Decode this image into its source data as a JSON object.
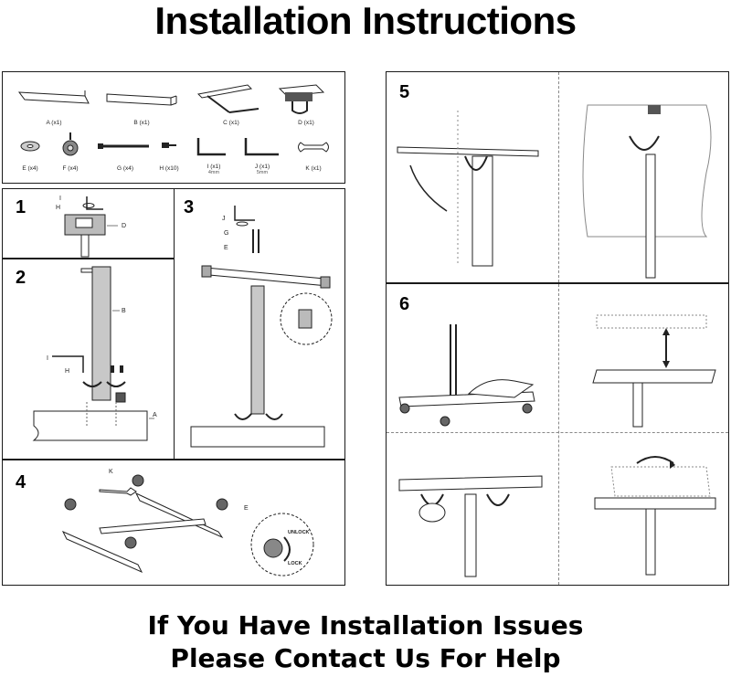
{
  "title": "Installation Instructions",
  "parts": [
    {
      "label": "A (x1)"
    },
    {
      "label": "B (x1)"
    },
    {
      "label": "C (x1)"
    },
    {
      "label": "D (x1)"
    },
    {
      "label": "E (x4)"
    },
    {
      "label": "F (x4)"
    },
    {
      "label": "G (x4)"
    },
    {
      "label": "H (x10)"
    },
    {
      "label": "I (x1)",
      "note": "4mm"
    },
    {
      "label": "J (x1)",
      "note": "5mm"
    },
    {
      "label": "K (x1)"
    }
  ],
  "steps": [
    "1",
    "2",
    "3",
    "4",
    "5",
    "6"
  ],
  "callouts": {
    "s1": [
      "I",
      "H",
      "D"
    ],
    "s2": [
      "B",
      "I",
      "H",
      "A"
    ],
    "s3": [
      "J",
      "G",
      "E"
    ],
    "s4": [
      "K",
      "E"
    ]
  },
  "wheel": {
    "unlock": "UNLOCK",
    "lock": "LOCK"
  },
  "footer": {
    "line1": "If You Have Installation Issues",
    "line2": "Please Contact Us For Help"
  }
}
